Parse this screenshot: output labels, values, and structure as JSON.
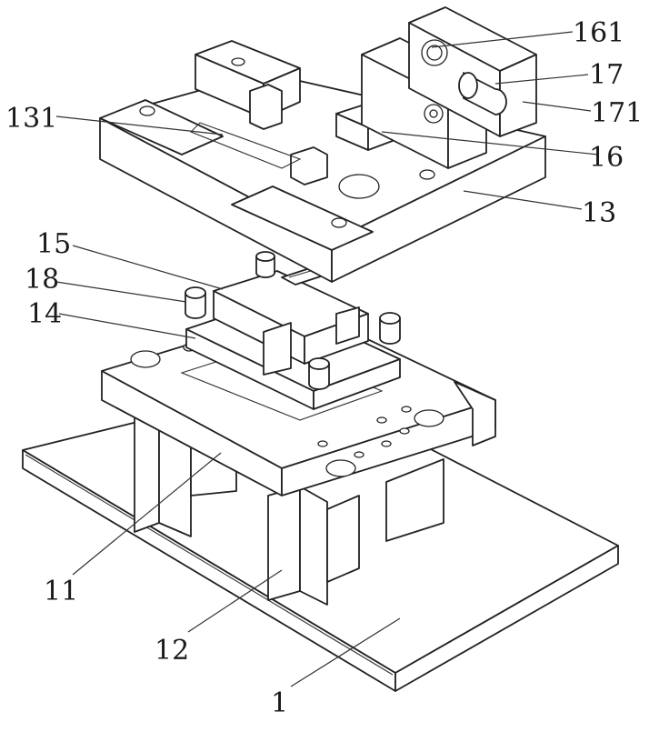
{
  "figure": {
    "type": "exploded-assembly-drawing",
    "labels": [
      {
        "id": "161",
        "text": "161"
      },
      {
        "id": "17",
        "text": "17"
      },
      {
        "id": "171",
        "text": "171"
      },
      {
        "id": "131",
        "text": "131"
      },
      {
        "id": "16",
        "text": "16"
      },
      {
        "id": "13",
        "text": "13"
      },
      {
        "id": "15",
        "text": "15"
      },
      {
        "id": "18",
        "text": "18"
      },
      {
        "id": "14",
        "text": "14"
      },
      {
        "id": "11",
        "text": "11"
      },
      {
        "id": "12",
        "text": "12"
      },
      {
        "id": "1",
        "text": "1"
      }
    ]
  }
}
